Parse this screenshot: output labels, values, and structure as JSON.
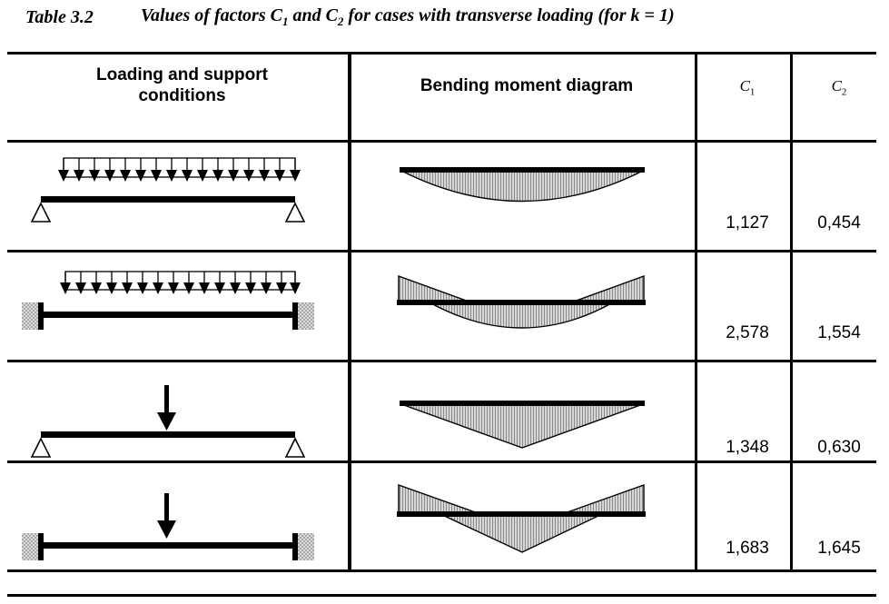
{
  "title": {
    "label": "Table 3.2",
    "text_before_c1": "Values of factors C",
    "c1_sub": "1",
    "text_between": " and C",
    "c2_sub": "2",
    "text_after": " for cases with transverse loading (for k = 1)"
  },
  "header": {
    "loading_conditions": "Loading and support\nconditions",
    "bending_moment": "Bending moment diagram",
    "c1": "C",
    "c1_sub": "1",
    "c2": "C",
    "c2_sub": "2"
  },
  "rows": [
    {
      "loading_type": "uniformly-distributed-load",
      "support_type": "simply-supported",
      "bmd_type": "parabolic-sagging",
      "c1": "1,127",
      "c2": "0,454"
    },
    {
      "loading_type": "uniformly-distributed-load",
      "support_type": "fixed-fixed",
      "bmd_type": "parabolic-sagging-with-end-hogging",
      "c1": "2,578",
      "c2": "1,554"
    },
    {
      "loading_type": "central-point-load",
      "support_type": "simply-supported",
      "bmd_type": "triangular-sagging",
      "c1": "1,348",
      "c2": "0,630"
    },
    {
      "loading_type": "central-point-load",
      "support_type": "fixed-fixed",
      "bmd_type": "triangular-sagging-with-end-hogging",
      "c1": "1,683",
      "c2": "1,645"
    }
  ],
  "colors": {
    "line": "#000000",
    "hatch_fill": "#b8b8b8",
    "wall_fill": "#c9c9c9",
    "background": "#ffffff"
  }
}
